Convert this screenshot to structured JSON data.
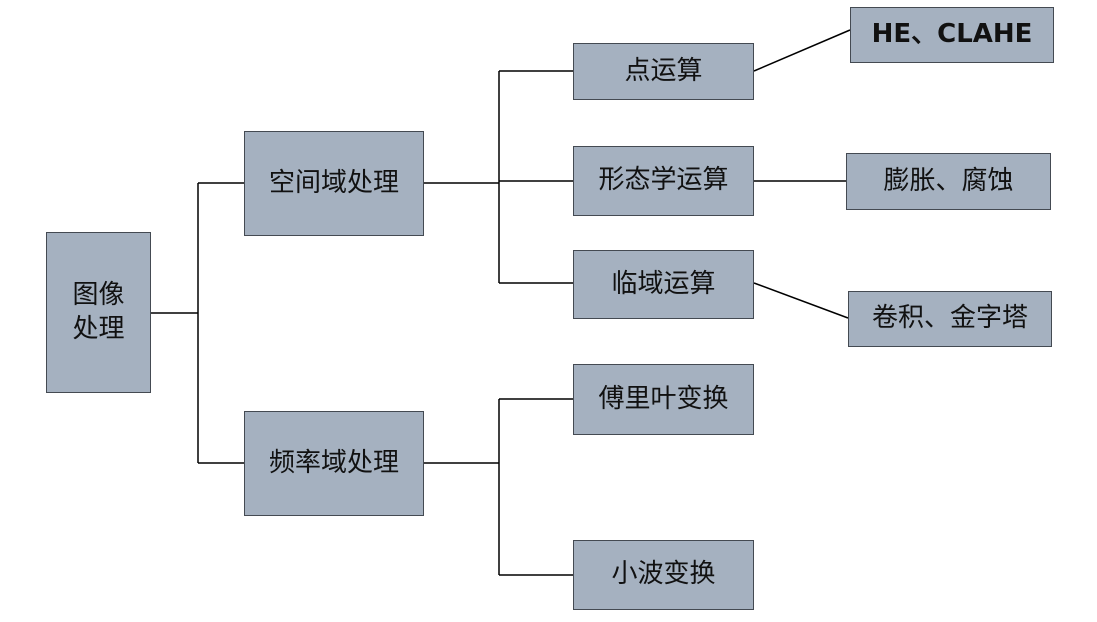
{
  "diagram": {
    "root": {
      "label": "图像\n处理"
    },
    "spatial": {
      "label": "空间域处理"
    },
    "frequency": {
      "label": "频率域处理"
    },
    "point_op": {
      "label": "点运算"
    },
    "morph_op": {
      "label": "形态学运算"
    },
    "neighbor_op": {
      "label": "临域运算"
    },
    "fourier": {
      "label": "傅里叶变换"
    },
    "wavelet": {
      "label": "小波变换"
    },
    "he_clahe": {
      "label": "HE、CLAHE"
    },
    "dilate_erode": {
      "label": "膨胀、腐蚀"
    },
    "conv_pyramid": {
      "label": "卷积、金字塔"
    }
  },
  "colors": {
    "box_fill": "#a5b1c0",
    "box_border": "#444a52",
    "line": "#000000"
  }
}
